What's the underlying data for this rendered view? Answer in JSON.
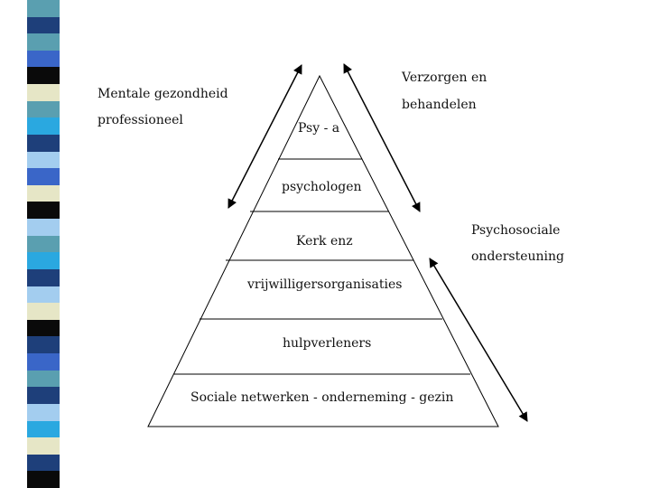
{
  "slide": {
    "left_label": {
      "line1": "Mentale gezondheid",
      "line2": "professioneel"
    },
    "top_right_label": {
      "line1": "Verzorgen en",
      "line2": "behandelen"
    },
    "right_label": {
      "line1": "Psychosociale",
      "line2": "ondersteuning"
    },
    "pyramid_levels": [
      "Psy - a",
      "psychologen",
      "Kerk enz",
      "vrijwilligersorganisaties",
      "hulpverleners",
      "Sociale netwerken - onderneming - gezin"
    ]
  },
  "colors": {
    "stripe": [
      "#5a9fb0",
      "#0a0a0a",
      "#1e3f7a",
      "#e6e6c6",
      "#3a66c8",
      "#a3cdef",
      "#2aa8e0"
    ],
    "outline": "#000000"
  }
}
